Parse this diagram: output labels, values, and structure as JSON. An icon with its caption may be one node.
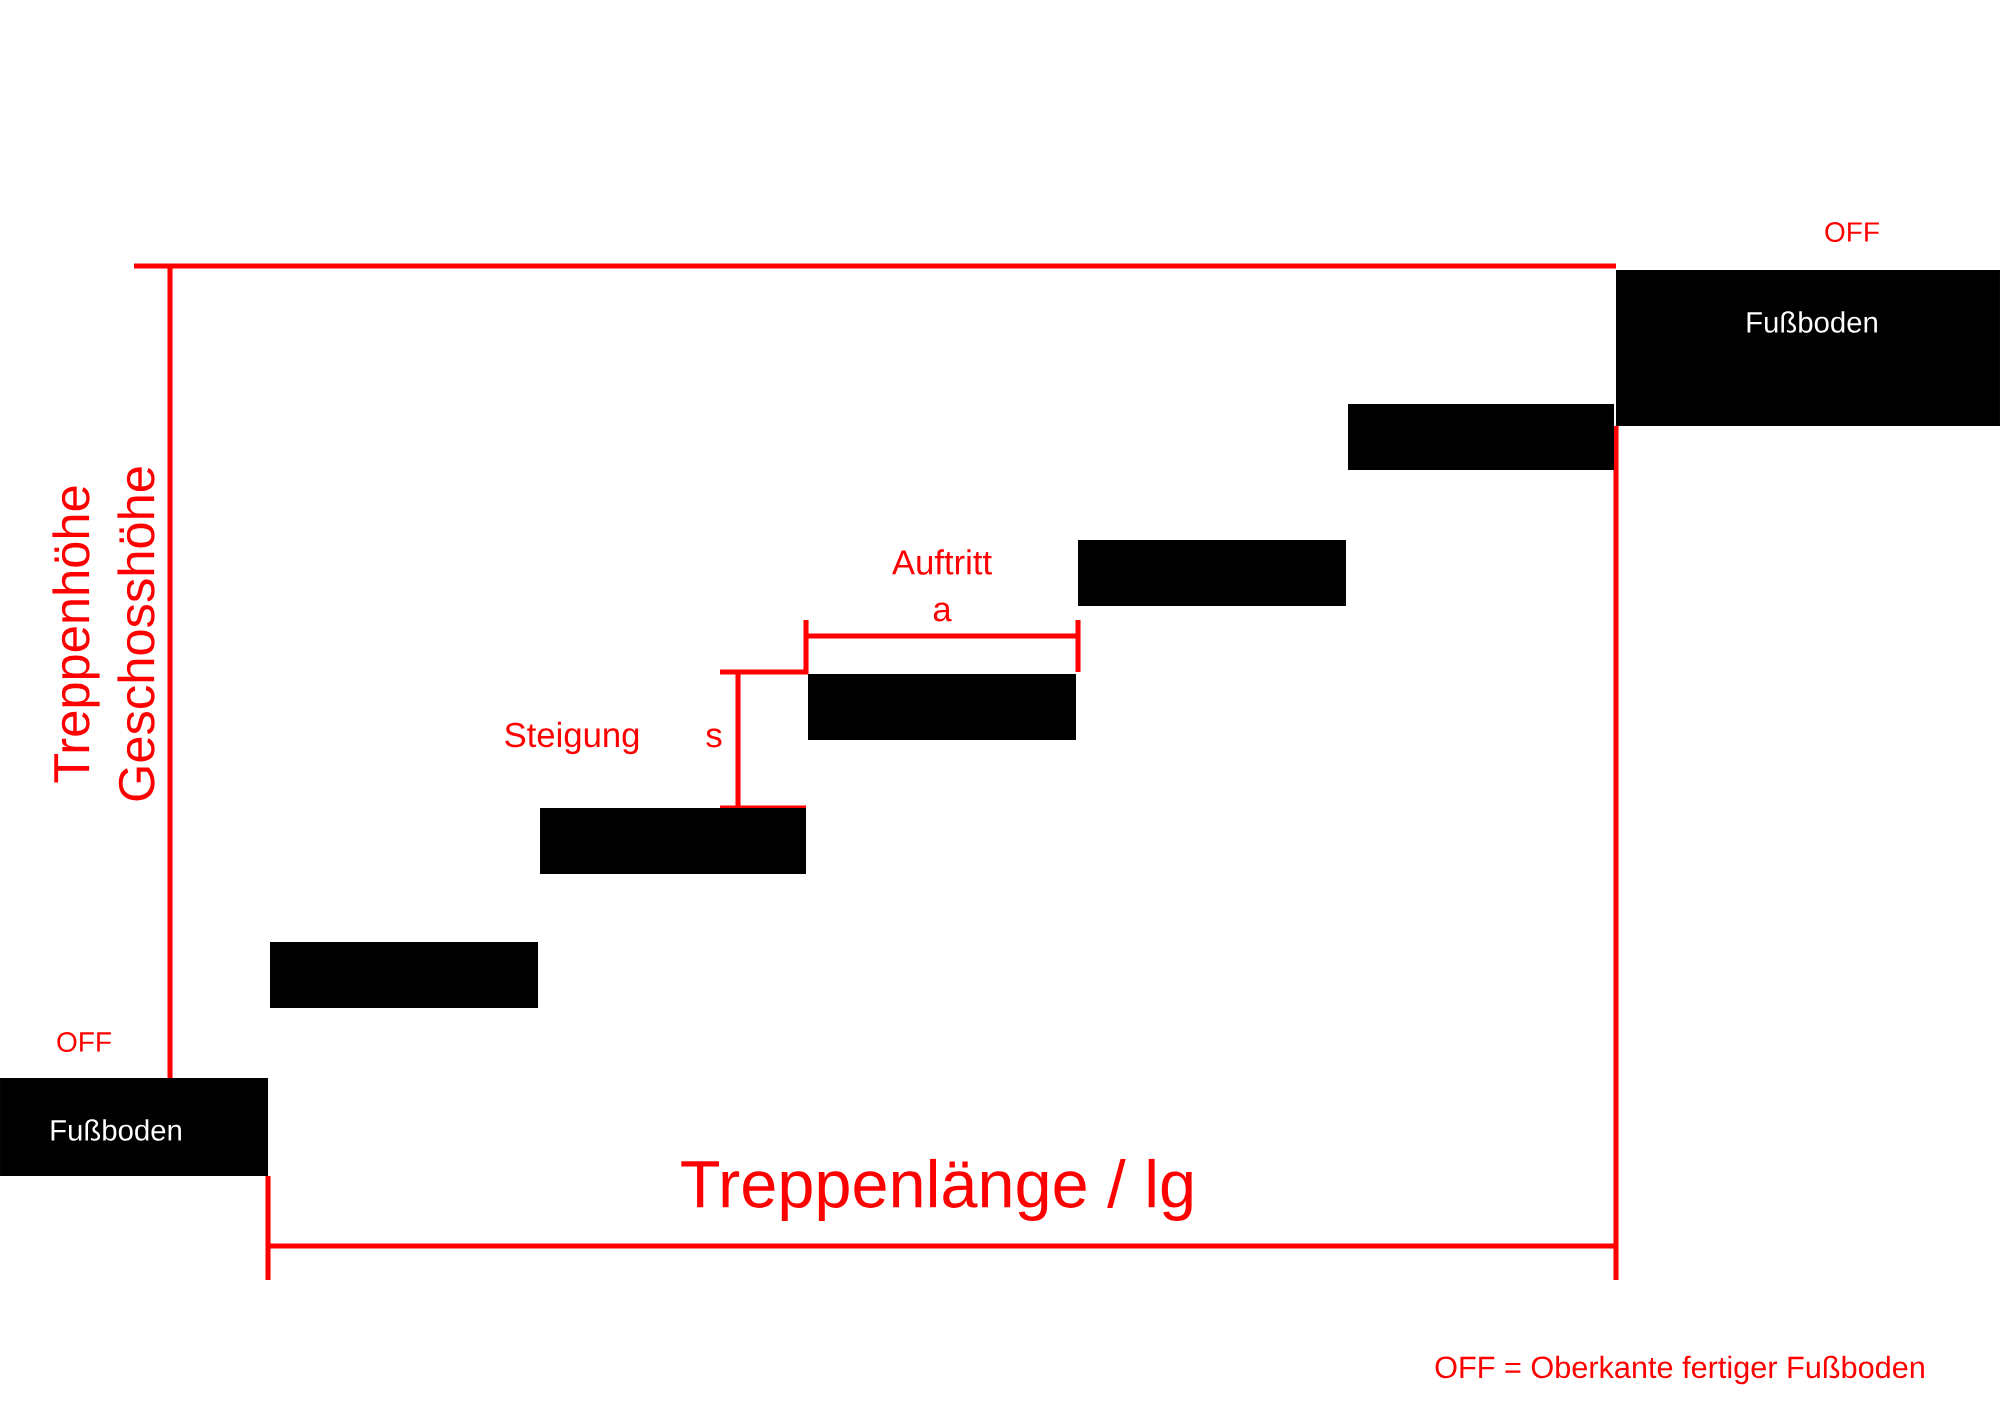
{
  "diagram": {
    "nodes": [
      {
        "text": [
          "Fußboden"
        ]
      },
      {
        "text": [],
        "shape": "bar"
      },
      {
        "text": [],
        "shape": "bar"
      },
      {
        "text": [],
        "shape": "bar"
      },
      {
        "text": [],
        "shape": "bar"
      },
      {
        "text": [],
        "shape": "bar"
      },
      {
        "text": [
          "Fußboden"
        ]
      }
    ],
    "edges": [],
    "labels": [
      "OFF",
      "Treppenhöhe",
      "Geschosshöhe",
      "Auftritt",
      "a",
      "Steigung",
      "s",
      "OFF",
      "Treppenlänge / lg",
      "OFF = Oberkante fertiger Fußboden"
    ]
  }
}
